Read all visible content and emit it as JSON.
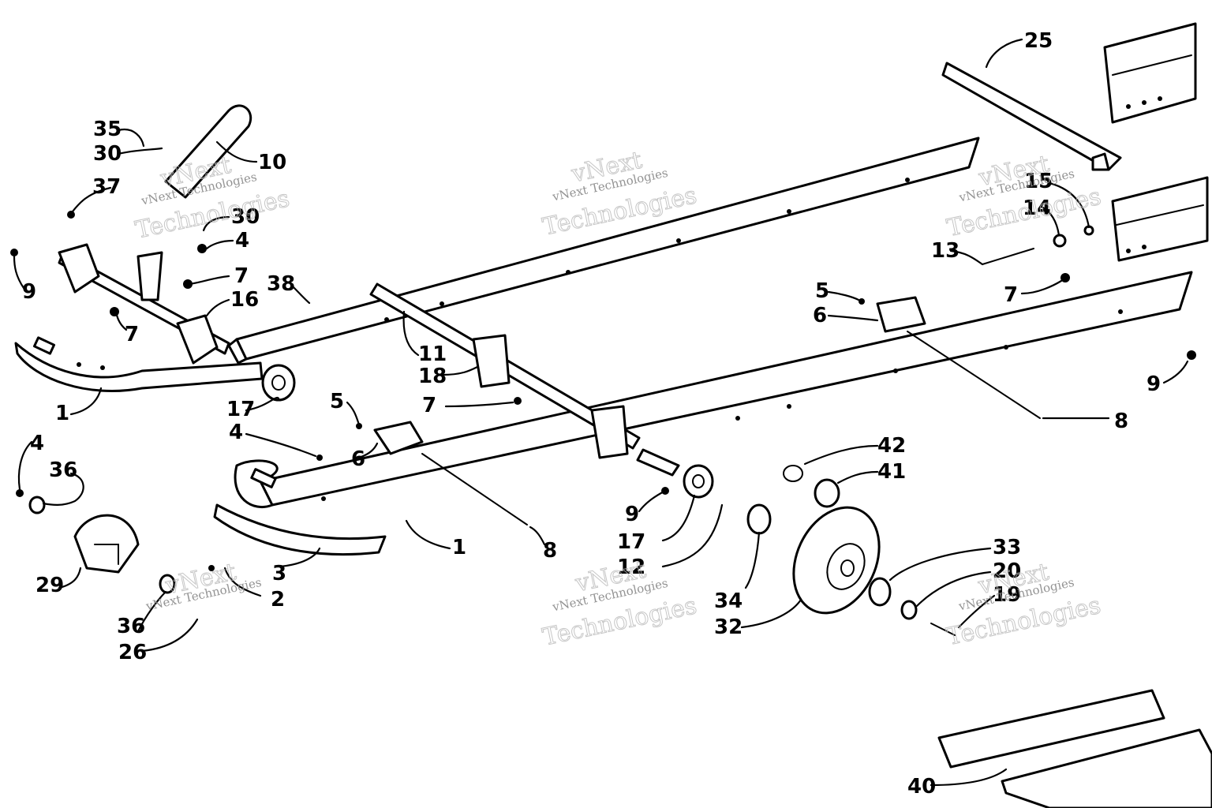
{
  "diagram": {
    "callouts": [
      {
        "id": "c35",
        "text": "35"
      },
      {
        "id": "c30a",
        "text": "30"
      },
      {
        "id": "c10",
        "text": "10"
      },
      {
        "id": "c37",
        "text": "37"
      },
      {
        "id": "c30b",
        "text": "30"
      },
      {
        "id": "c4a",
        "text": "4"
      },
      {
        "id": "c9a",
        "text": "9"
      },
      {
        "id": "c7a",
        "text": "7"
      },
      {
        "id": "c38",
        "text": "38"
      },
      {
        "id": "c16",
        "text": "16"
      },
      {
        "id": "c7b",
        "text": "7"
      },
      {
        "id": "c1a",
        "text": "1"
      },
      {
        "id": "c17a",
        "text": "17"
      },
      {
        "id": "c11",
        "text": "11"
      },
      {
        "id": "c18",
        "text": "18"
      },
      {
        "id": "c5a",
        "text": "5"
      },
      {
        "id": "c7c",
        "text": "7"
      },
      {
        "id": "c6a",
        "text": "6"
      },
      {
        "id": "c4b",
        "text": "4"
      },
      {
        "id": "c4c",
        "text": "4"
      },
      {
        "id": "c36a",
        "text": "36"
      },
      {
        "id": "c29",
        "text": "29"
      },
      {
        "id": "c3",
        "text": "3"
      },
      {
        "id": "c2",
        "text": "2"
      },
      {
        "id": "c36b",
        "text": "36"
      },
      {
        "id": "c26",
        "text": "26"
      },
      {
        "id": "c1b",
        "text": "1"
      },
      {
        "id": "c8a",
        "text": "8"
      },
      {
        "id": "c9b",
        "text": "9"
      },
      {
        "id": "c17b",
        "text": "17"
      },
      {
        "id": "c12",
        "text": "12"
      },
      {
        "id": "c34",
        "text": "34"
      },
      {
        "id": "c32",
        "text": "32"
      },
      {
        "id": "c42",
        "text": "42"
      },
      {
        "id": "c41",
        "text": "41"
      },
      {
        "id": "c33",
        "text": "33"
      },
      {
        "id": "c20",
        "text": "20"
      },
      {
        "id": "c19",
        "text": "19"
      },
      {
        "id": "c25",
        "text": "25"
      },
      {
        "id": "c15",
        "text": "15"
      },
      {
        "id": "c14",
        "text": "14"
      },
      {
        "id": "c13",
        "text": "13"
      },
      {
        "id": "c7d",
        "text": "7"
      },
      {
        "id": "c5b",
        "text": "5"
      },
      {
        "id": "c6b",
        "text": "6"
      },
      {
        "id": "c9c",
        "text": "9"
      },
      {
        "id": "c8b",
        "text": "8"
      },
      {
        "id": "c40",
        "text": "40"
      }
    ],
    "watermark": {
      "brand_line": "vNext Technologies",
      "big_vnext": "vNext",
      "big_tech": "Technologies"
    },
    "colors": {
      "ink": "#000000",
      "paper": "#ffffff",
      "watermark": "#b8b8b8"
    }
  }
}
